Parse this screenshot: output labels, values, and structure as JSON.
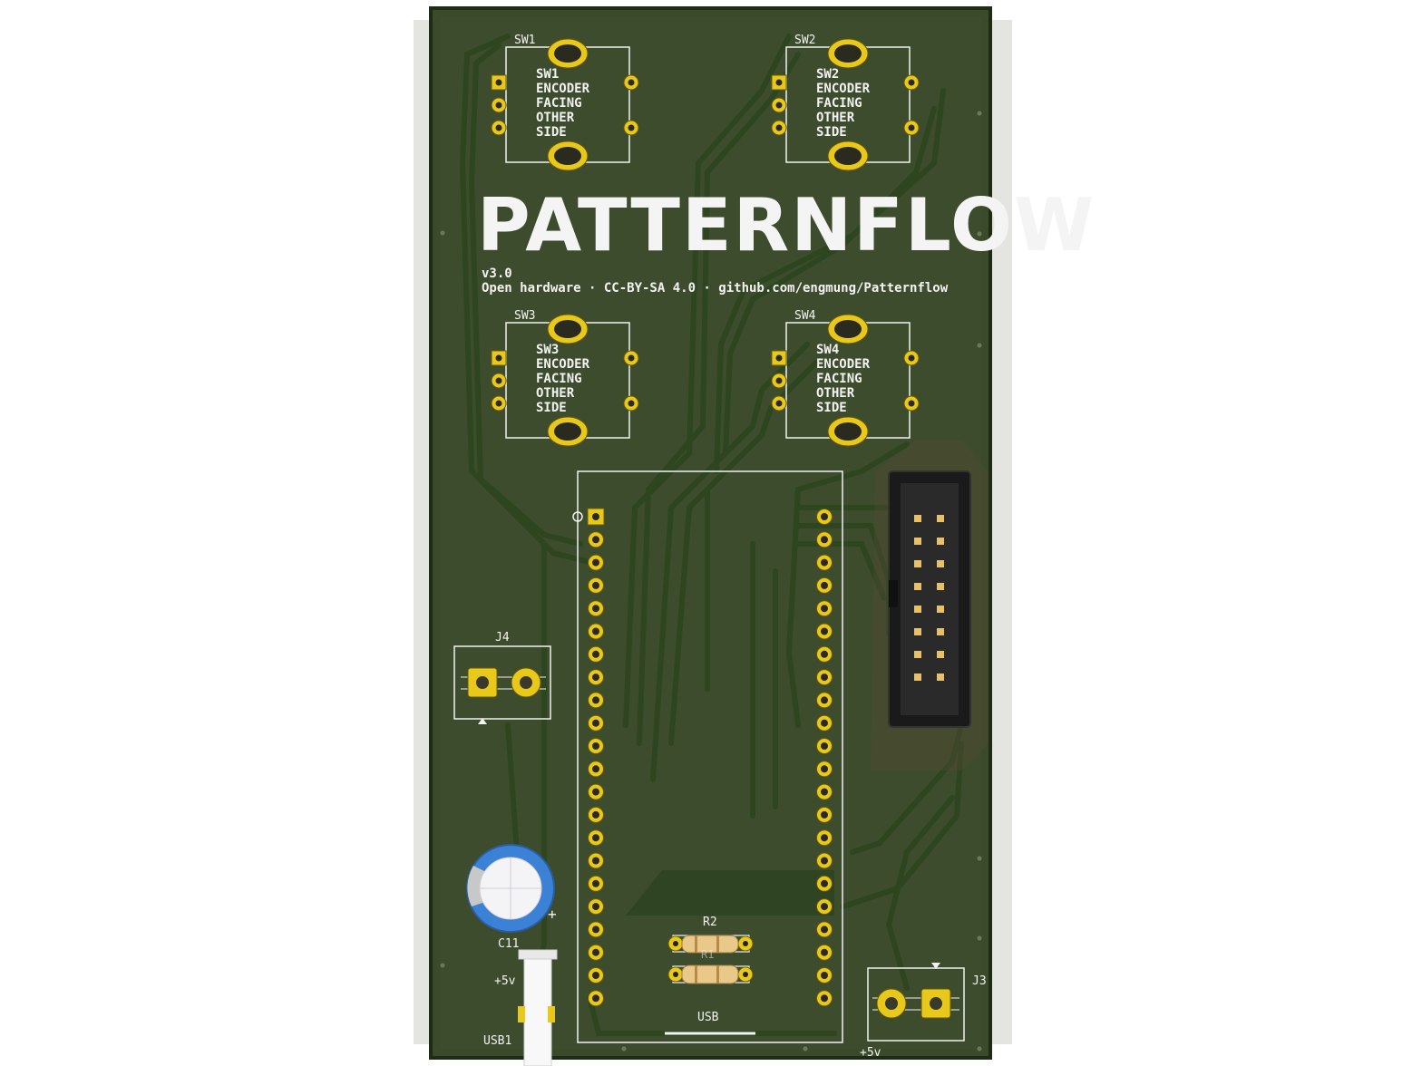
{
  "board": {
    "title": "PATTERNFLOW",
    "version": "v3.0",
    "license_line": "Open hardware · CC-BY-SA 4.0 · github.com/engmung/Patternflow",
    "colors": {
      "pcb": "#3b4a2a",
      "pcb_edge": "#2b3a1e",
      "trace": "#2f4a22",
      "pad": "#e8c81a",
      "silkscreen": "#f2f2f2"
    }
  },
  "switches": [
    {
      "ref": "SW1",
      "lines": [
        "SW1",
        "ENCODER",
        "FACING",
        "OTHER",
        "SIDE"
      ]
    },
    {
      "ref": "SW2",
      "lines": [
        "SW2",
        "ENCODER",
        "FACING",
        "OTHER",
        "SIDE"
      ]
    },
    {
      "ref": "SW3",
      "lines": [
        "SW3",
        "ENCODER",
        "FACING",
        "OTHER",
        "SIDE"
      ]
    },
    {
      "ref": "SW4",
      "lines": [
        "SW4",
        "ENCODER",
        "FACING",
        "OTHER",
        "SIDE"
      ]
    }
  ],
  "connectors": {
    "j4": "J4",
    "j3": "J3",
    "j3_voltage": "+5v",
    "usb1": "USB1",
    "usb1_voltage": "+5v",
    "usb_label": "USB"
  },
  "components": {
    "capacitor": "C11",
    "capacitor_polarity": "+",
    "r1": "R1",
    "r2": "R2"
  }
}
